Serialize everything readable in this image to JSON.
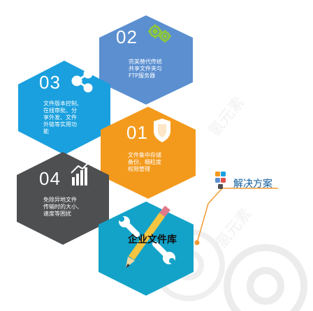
{
  "colors": {
    "blue_light": "#5b8fd0",
    "cyan": "#1aa0de",
    "orange": "#f39a1d",
    "dark_gray": "#4e4f51",
    "teal": "#13a3c9",
    "accent_orange": "#f5a11d",
    "connector": "#f29a33"
  },
  "items": [
    {
      "number": "02",
      "icon": "gears-icon",
      "text": "完美替代传统\n共享文件夹与\nFTP服务器"
    },
    {
      "number": "03",
      "icon": "share-icon",
      "text": "文件版本控制、\n在线审批、分\n享外发、文件\n外链等实用功\n能"
    },
    {
      "number": "01",
      "icon": "shield-icon",
      "text": "文件集中存储\n备份、细粒度\n权限管理"
    },
    {
      "number": "04",
      "icon": "bar-chart-icon",
      "text": "免除异地文件\n传输时的大小、\n速度等困扰"
    }
  ],
  "center": {
    "title": "企业文件库",
    "icon": "tools-icon"
  },
  "solution": {
    "label": "解决方案",
    "icon": "blocks-icon"
  },
  "watermark": "氢元素"
}
